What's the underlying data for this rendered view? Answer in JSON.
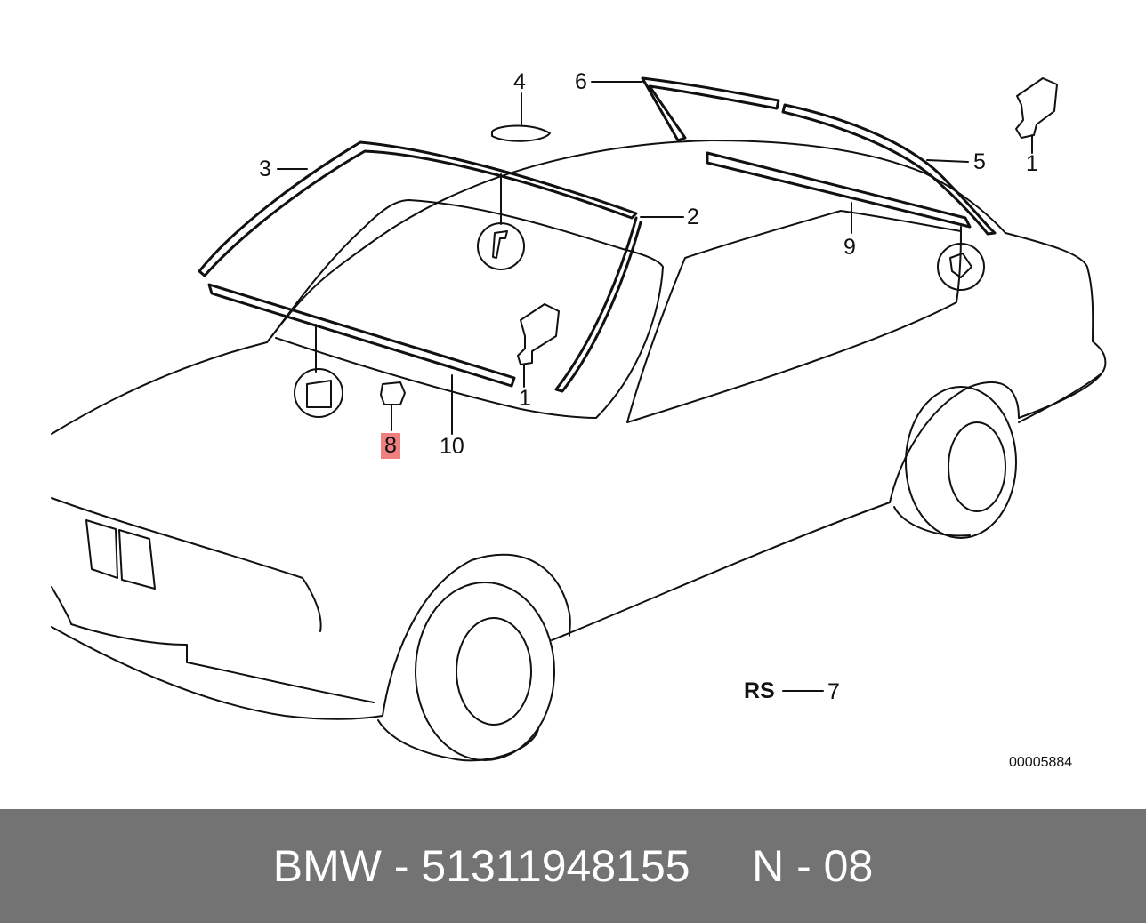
{
  "callouts": {
    "c1_top_right": "1",
    "c1_center": "1",
    "c2": "2",
    "c3": "3",
    "c4": "4",
    "c5": "5",
    "c6": "6",
    "c7": "7",
    "c8": "8",
    "c9": "9",
    "c10": "10",
    "rs": "RS"
  },
  "highlighted_callout": "8",
  "diagram_id": "00005884",
  "footer": {
    "brand": "BMW",
    "separator": "-",
    "part_number": "51311948155",
    "position_label": "N",
    "position_value": "08"
  },
  "colors": {
    "highlight": "#f08080",
    "footer_bg": "#737373",
    "footer_text": "#ffffff",
    "line": "#111111"
  }
}
